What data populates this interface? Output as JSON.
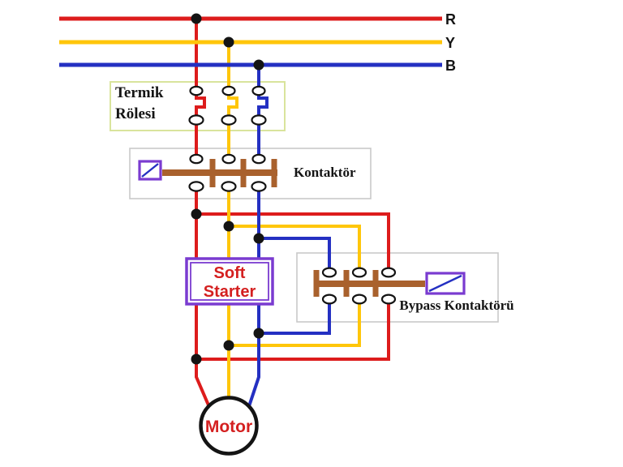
{
  "colors": {
    "phase_red": "#dd1c1c",
    "phase_yellow": "#ffc60a",
    "phase_blue": "#2430c2",
    "brown": "#a9612d",
    "purple": "#7a3bd0",
    "coil_diag": "#2430c2",
    "box_gray": "#c9c9c9",
    "box_green": "#d9e49c",
    "line_black": "#141414",
    "label_red": "#d42020"
  },
  "bus": {
    "phases": [
      {
        "label": "R",
        "color": "#dd1c1c"
      },
      {
        "label": "Y",
        "color": "#ffc60a"
      },
      {
        "label": "B",
        "color": "#2430c2"
      }
    ]
  },
  "components": {
    "thermal_relay": {
      "label_line1": "Termik",
      "label_line2": "Rölesi",
      "poles": 3
    },
    "contactor": {
      "label": "Kontaktör",
      "poles": 3,
      "icon": "coil-icon"
    },
    "soft_starter": {
      "label_line1": "Soft",
      "label_line2": "Starter"
    },
    "bypass_contactor": {
      "label": "Bypass Kontaktörü",
      "poles": 3,
      "icon": "coil-icon"
    },
    "motor": {
      "label": "Motor"
    }
  }
}
